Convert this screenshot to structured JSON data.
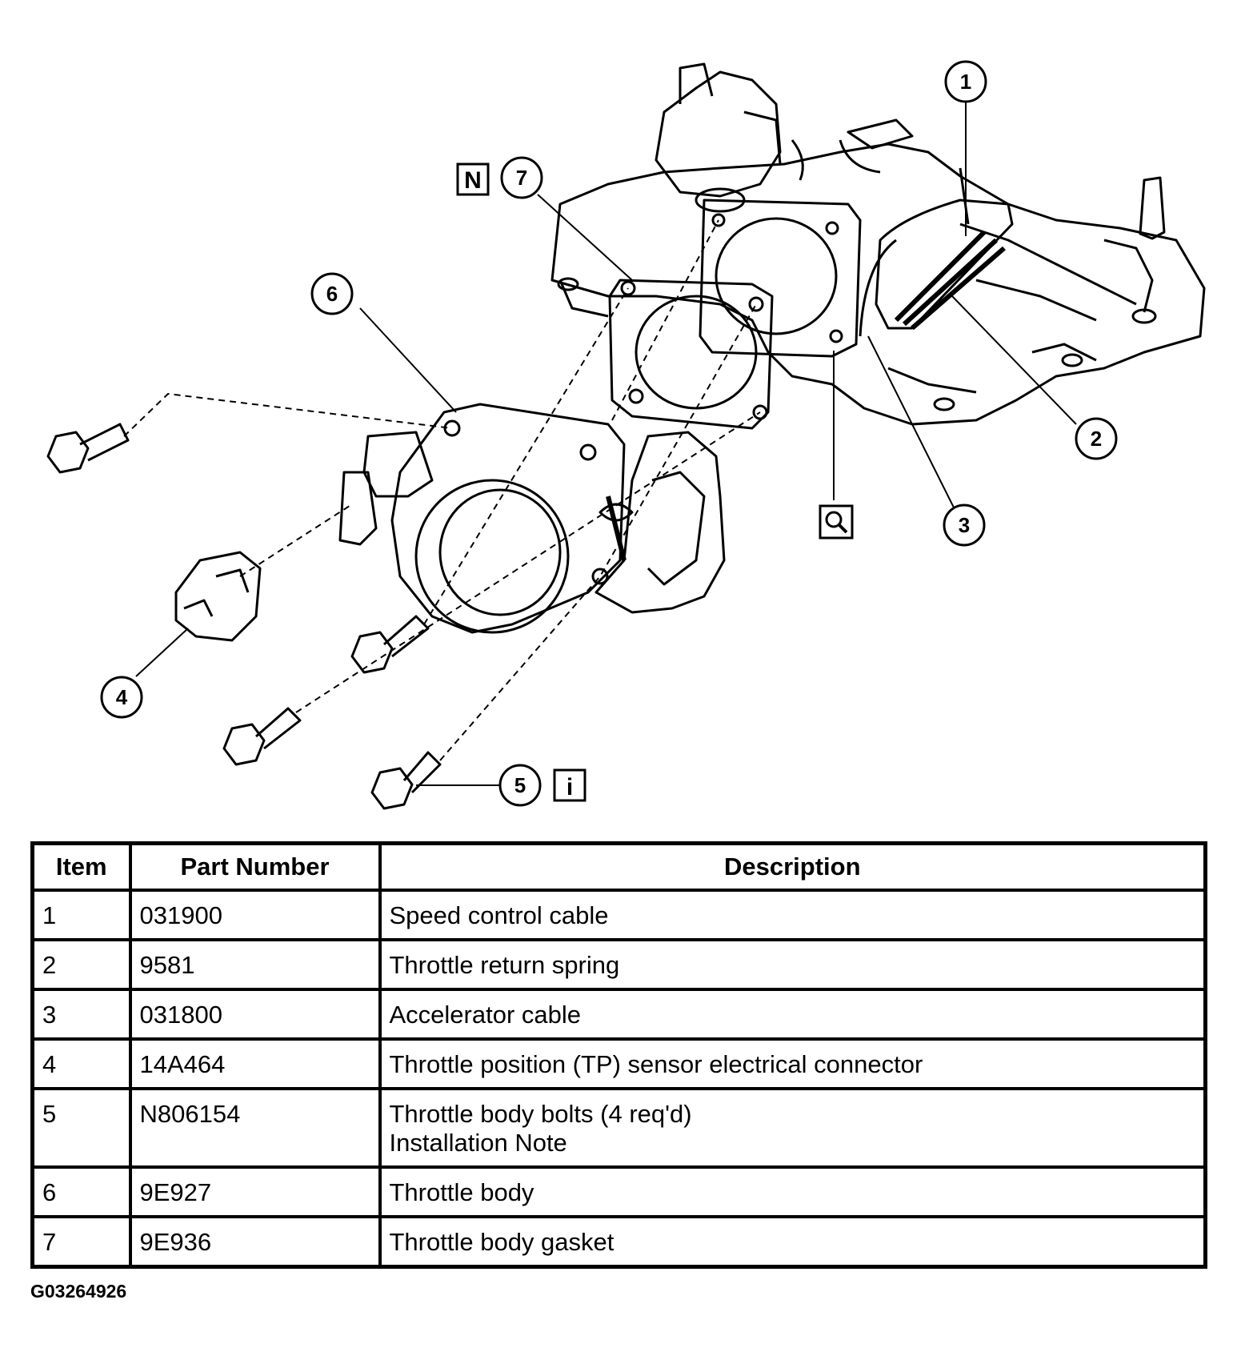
{
  "diagram": {
    "callouts": [
      "1",
      "2",
      "3",
      "4",
      "5",
      "6",
      "7"
    ],
    "symbols": {
      "note_symbol": "N",
      "info_symbol": "i",
      "inspect_icon": "magnifier-icon"
    }
  },
  "table": {
    "headers": {
      "item": "Item",
      "part_number": "Part Number",
      "description": "Description"
    },
    "rows": [
      {
        "item": "1",
        "part_number": "031900",
        "description": [
          "Speed control cable"
        ]
      },
      {
        "item": "2",
        "part_number": "9581",
        "description": [
          "Throttle return spring"
        ]
      },
      {
        "item": "3",
        "part_number": "031800",
        "description": [
          "Accelerator cable"
        ]
      },
      {
        "item": "4",
        "part_number": "14A464",
        "description": [
          "Throttle position (TP) sensor electrical connector"
        ]
      },
      {
        "item": "5",
        "part_number": "N806154",
        "description": [
          "Throttle body bolts (4 req'd)",
          "Installation Note"
        ]
      },
      {
        "item": "6",
        "part_number": "9E927",
        "description": [
          "Throttle body"
        ]
      },
      {
        "item": "7",
        "part_number": "9E936",
        "description": [
          "Throttle body gasket"
        ]
      }
    ]
  },
  "figure_id": "G03264926"
}
